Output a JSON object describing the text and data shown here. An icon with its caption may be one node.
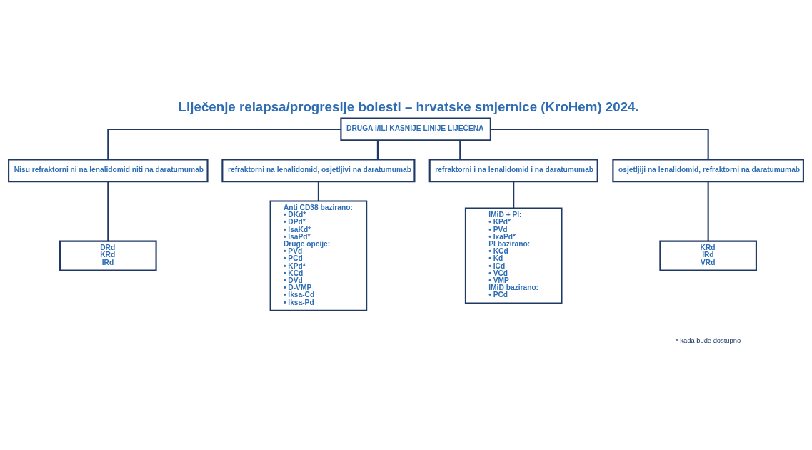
{
  "diagram": {
    "title": "Liječenje relapsa/progresije bolesti – hrvatske smjernice (KroHem) 2024.",
    "nodes": [
      {
        "text": [
          "DRUGA I/ILI KASNIJE LINIJE LIJEČENA"
        ]
      },
      {
        "text": [
          "Nisu refraktorni ni na lenalidomid niti na daratumumab"
        ]
      },
      {
        "text": [
          "refraktorni na lenalidomid, osjetljivi na daratumumab"
        ]
      },
      {
        "text": [
          "refraktorni i na lenalidomid i na daratumumab"
        ]
      },
      {
        "text": [
          "osjetljiji na lenalidomid, refraktorni na daratumumab"
        ]
      },
      {
        "text": [
          "DRd",
          "KRd",
          "IRd"
        ]
      },
      {
        "text": [
          "Anti CD38 bazirano:",
          "• DKd*",
          "• DPd*",
          "• IsaKd*",
          "• IsaPd*",
          "Druge opcije:",
          "• PVd",
          "• PCd",
          "• KPd*",
          "• KCd",
          "• DVd",
          "• D-VMP",
          "• Iksa-Cd",
          "• Iksa-Pd"
        ]
      },
      {
        "text": [
          "IMiD + PI:",
          "• KPd*",
          "• PVd",
          "• IxaPd*",
          "PI bazirano:",
          "• KCd",
          "• Kd",
          "• ICd",
          "• VCd",
          "• VMP",
          "IMiD bazirano:",
          "• PCd"
        ]
      },
      {
        "text": [
          "KRd",
          "IRd",
          "VRd"
        ]
      }
    ],
    "edges": [
      {
        "from": 0,
        "to": 1,
        "arrow": "none"
      },
      {
        "from": 0,
        "to": 2,
        "arrow": "none"
      },
      {
        "from": 0,
        "to": 3,
        "arrow": "none"
      },
      {
        "from": 0,
        "to": 4,
        "arrow": "none"
      },
      {
        "from": 1,
        "to": 5,
        "arrow": "none"
      },
      {
        "from": 2,
        "to": 6,
        "arrow": "none"
      },
      {
        "from": 3,
        "to": 7,
        "arrow": "none"
      },
      {
        "from": 4,
        "to": 8,
        "arrow": "none"
      }
    ],
    "labels": [
      "* kada bude dostupno"
    ]
  }
}
